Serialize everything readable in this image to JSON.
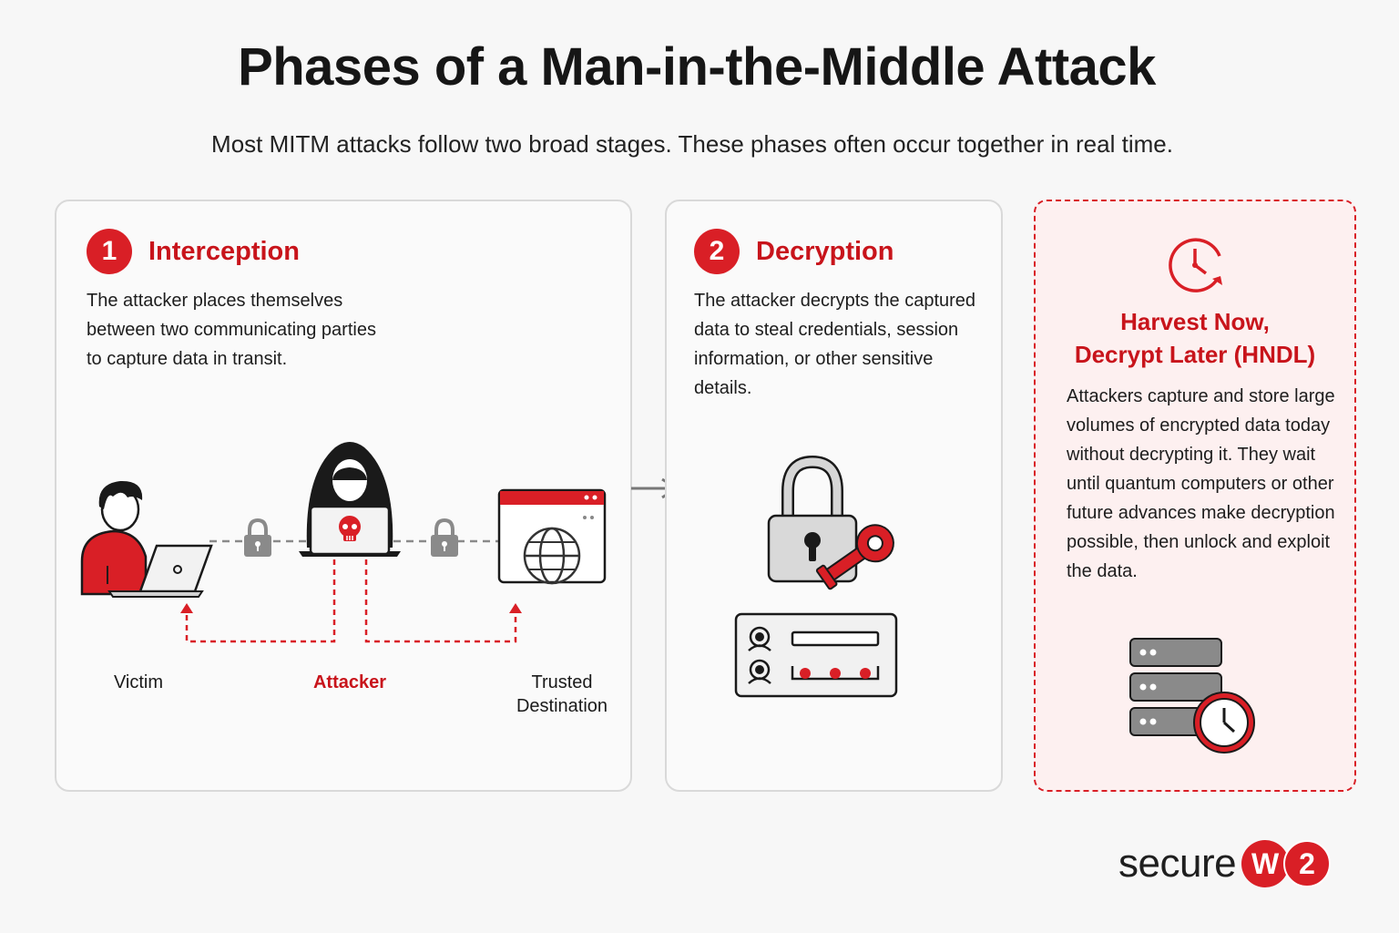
{
  "title": "Phases of a Man-in-the-Middle Attack",
  "subtitle": "Most MITM attacks follow two broad stages. These phases often occur together in real time.",
  "phases": [
    {
      "number": "1",
      "title": "Interception",
      "description": "The attacker places themselves between two communicating parties to capture data in transit.",
      "labels": {
        "victim": "Victim",
        "attacker": "Attacker",
        "destination_line1": "Trusted",
        "destination_line2": "Destination"
      }
    },
    {
      "number": "2",
      "title": "Decryption",
      "description": "The attacker decrypts the captured data to steal credentials, session information, or other sensitive details."
    }
  ],
  "hndl": {
    "title_line1": "Harvest Now,",
    "title_line2": "Decrypt Later (HNDL)",
    "description": "Attackers capture and store large volumes of encrypted data today without decrypting it. They wait until quantum computers or other future advances make decryption possible, then unlock and exploit the data."
  },
  "logo": {
    "text": "secure",
    "badge1": "W",
    "badge2": "2"
  },
  "colors": {
    "accent": "#d91f26",
    "gray": "#888888",
    "card_bg": "#fafafa",
    "hndl_bg": "#fdf0f0"
  },
  "icons": [
    "person-at-laptop-icon",
    "hooded-hacker-icon",
    "skull-icon",
    "padlock-icon",
    "browser-globe-icon",
    "arrow-right-icon",
    "padlock-key-icon",
    "login-form-icon",
    "clock-icon",
    "server-clock-icon"
  ]
}
